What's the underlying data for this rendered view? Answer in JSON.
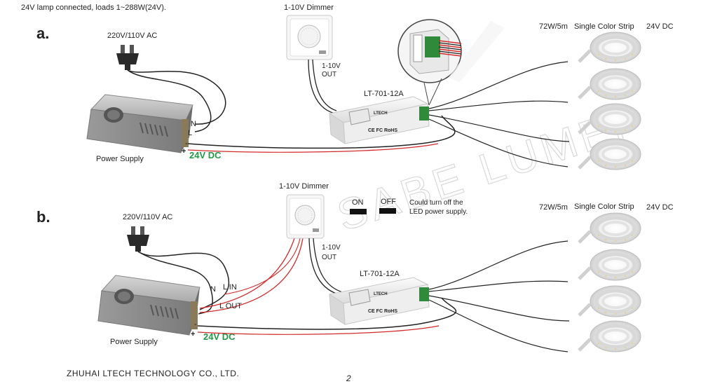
{
  "header_note": "24V lamp connected, loads 1~288W(24V).",
  "footer": {
    "company": "ZHUHAI LTECH TECHNOLOGY CO., LTD.",
    "page_number": "2"
  },
  "watermark": "SABE LUMEI",
  "colors": {
    "dc_label": "#1f9a45",
    "wire": "#222222",
    "red_wire": "#d42a2a",
    "strip": "#eeeeee"
  },
  "section_a": {
    "label": "a.",
    "ac_label": "220V/110V AC",
    "dimmer_label": "1-10V Dimmer",
    "dimmer_out_1": "1-10V",
    "dimmer_out_2": "OUT",
    "controller_model": "LT-701-12A",
    "controller_brand": "LTECH",
    "controller_marks": "CE FC RoHS",
    "power_supply_label": "Power Supply",
    "dc_label": "24V DC",
    "terminal_n": "N",
    "terminal_l": "L",
    "terminal_minus": "-",
    "terminal_plus": "+",
    "strip_power": "72W/5m",
    "strip_type": "Single Color Strip",
    "strip_voltage": "24V DC"
  },
  "section_b": {
    "label": "b.",
    "ac_label": "220V/110V AC",
    "dimmer_label": "1-10V Dimmer",
    "dimmer_out_1": "1-10V",
    "dimmer_out_2": "OUT",
    "on_label": "ON",
    "off_label": "OFF",
    "turn_off_note_1": "Could turn off the",
    "turn_off_note_2": "LED power supply.",
    "controller_model": "LT-701-12A",
    "controller_brand": "LTECH",
    "controller_marks": "CE FC RoHS",
    "power_supply_label": "Power Supply",
    "dc_label": "24V DC",
    "terminal_n": "N",
    "l_in": "L IN",
    "l_out": "L OUT",
    "terminal_minus": "-",
    "terminal_plus": "+",
    "strip_power": "72W/5m",
    "strip_type": "Single Color Strip",
    "strip_voltage": "24V DC"
  }
}
